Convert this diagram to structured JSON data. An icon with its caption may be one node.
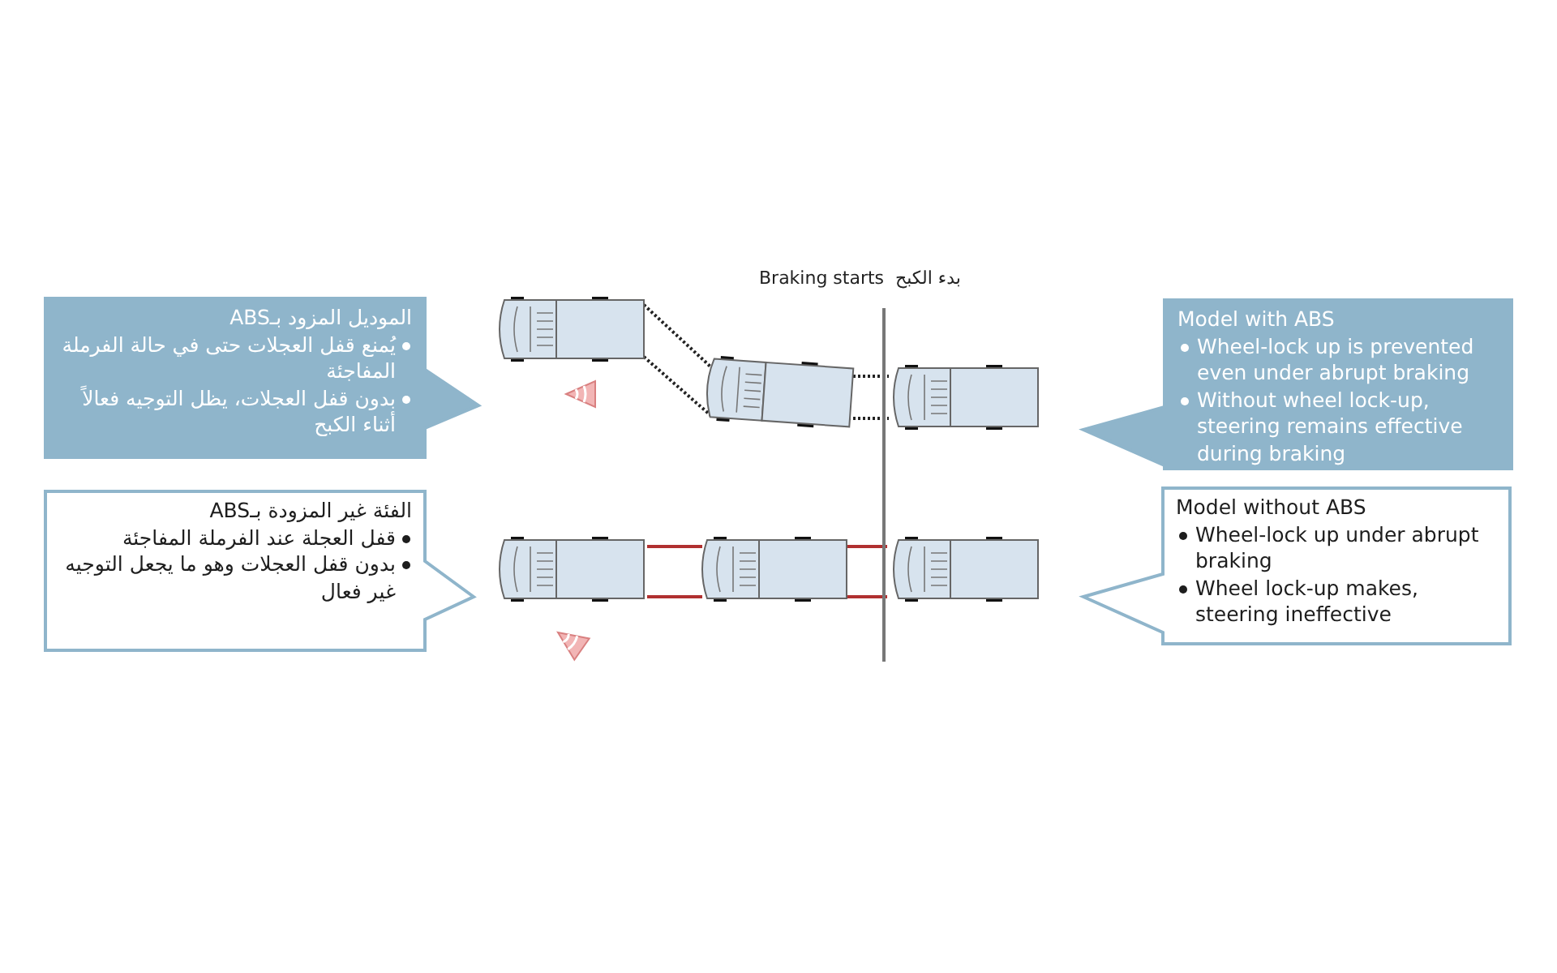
{
  "diagram": {
    "nodes": [
      {
        "text": [
          "الموديل المزود بـABS",
          "يُمنع قفل العجلات حتى في حالة الفرملة المفاجئة",
          "بدون قفل العجلات، يظل التوجيه فعالاً أثناء الكبح"
        ]
      },
      {
        "text": [
          "الفئة غير المزودة بـABS",
          "قفل العجلة عند الفرملة المفاجئة",
          "بدون قفل العجلات وهو ما يجعل التوجيه غير فعال"
        ]
      },
      {
        "text": [
          "Model with ABS",
          "Wheel-lock up is prevented even under abrupt braking",
          "Without wheel lock-up, steering remains effective during braking"
        ]
      },
      {
        "text": [
          "Model without ABS",
          "Wheel-lock up under abrupt braking",
          "Wheel lock-up makes, steering ineffective"
        ]
      }
    ],
    "labels": [
      "Braking starts",
      "بدء الكبح"
    ]
  }
}
